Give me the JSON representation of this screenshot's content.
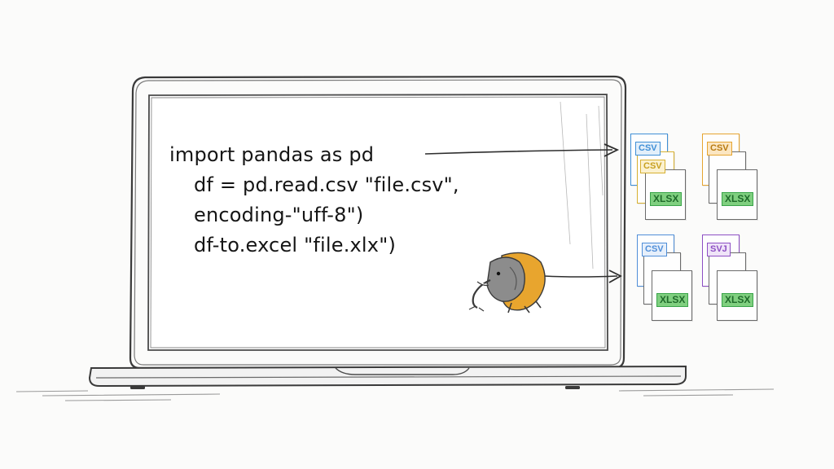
{
  "code": {
    "line1": "import pandas as pd",
    "line2": "df = pd.read.csv \"file.csv\",",
    "line3": "encoding-\"uff-8\")",
    "line4": "df-to.excel \"file.xlx\")"
  },
  "files": [
    {
      "csv_label": "CSV",
      "csv2_label": "CSV",
      "xlsx_label": "XLSX",
      "accent": "#3f8fd6",
      "accent2": "#e0b630",
      "xlsx_color": "#3aa44a"
    },
    {
      "csv_label": "CSV",
      "xlsx_label": "XLSX",
      "accent": "#e6a531",
      "xlsx_color": "#3aa44a"
    },
    {
      "csv_label": "CSV",
      "xlsx_label": "XLSX",
      "accent": "#4f8ed8",
      "xlsx_color": "#3aa44a"
    },
    {
      "csv_label": "SVJ",
      "xlsx_label": "XLSX",
      "accent": "#8d4fc4",
      "xlsx_color": "#3aa44a"
    }
  ],
  "icons": {
    "mascot": "pandas-elephant-mascot-icon",
    "arrow": "right-arrow-icon"
  },
  "colors": {
    "background": "#fbfbfa",
    "sketch_line": "#3a3a3a",
    "mascot_body": "#e8a52e",
    "mascot_head": "#8c8c8c"
  }
}
